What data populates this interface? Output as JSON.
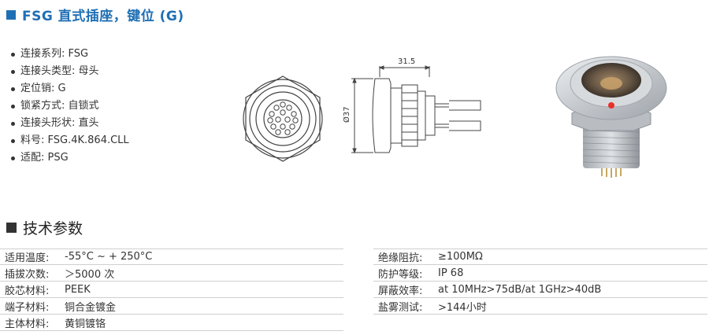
{
  "header": {
    "title": "FSG 直式插座，键位 (G)"
  },
  "specs": [
    "连接系列: FSG",
    "连接头类型: 母头",
    "定位销: G",
    "锁紧方式: 自锁式",
    "连接头形状: 直头",
    "料号: FSG.4K.864.CLL",
    "适配: PSG"
  ],
  "drawing": {
    "width_dim": "31.5",
    "diameter_dim": "Ø37"
  },
  "section": {
    "title": "技术参数"
  },
  "params_left": [
    {
      "k": "适用温度:",
      "v": "-55°C ~ + 250°C"
    },
    {
      "k": "插拔次数:",
      "v": "＞5000 次"
    },
    {
      "k": "胶芯材料:",
      "v": "PEEK"
    },
    {
      "k": "端子材料:",
      "v": "铜合金镀金"
    },
    {
      "k": "主体材料:",
      "v": "黄铜镀铬"
    }
  ],
  "params_right": [
    {
      "k": "绝缘阻抗:",
      "v": "≥100MΩ"
    },
    {
      "k": "防护等级:",
      "v": "IP 68"
    },
    {
      "k": "屏蔽效率:",
      "v": "at 10MHz>75dB/at 1GHz>40dB"
    },
    {
      "k": "盐雾测试:",
      "v": ">144小时"
    }
  ],
  "colors": {
    "accent": "#1f6fb5",
    "red_dot": "#e8302a",
    "metal": "#c9ccd1"
  }
}
